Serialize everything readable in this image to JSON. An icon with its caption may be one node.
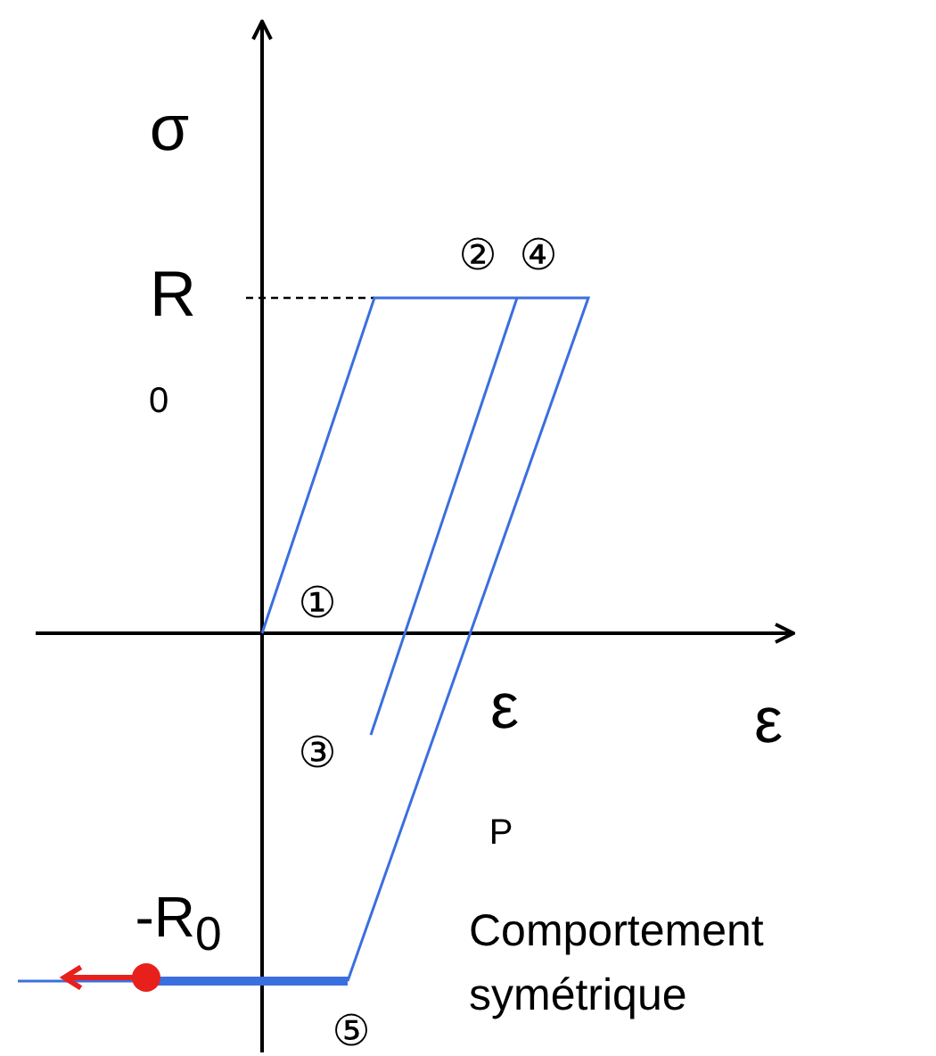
{
  "diagram": {
    "labels": [
      "σ",
      "②",
      "④",
      "R",
      "0",
      "①",
      "ε",
      "ε",
      "③",
      "P",
      "-R$_{0}$",
      "Comportement symétrique",
      "⑤"
    ]
  }
}
